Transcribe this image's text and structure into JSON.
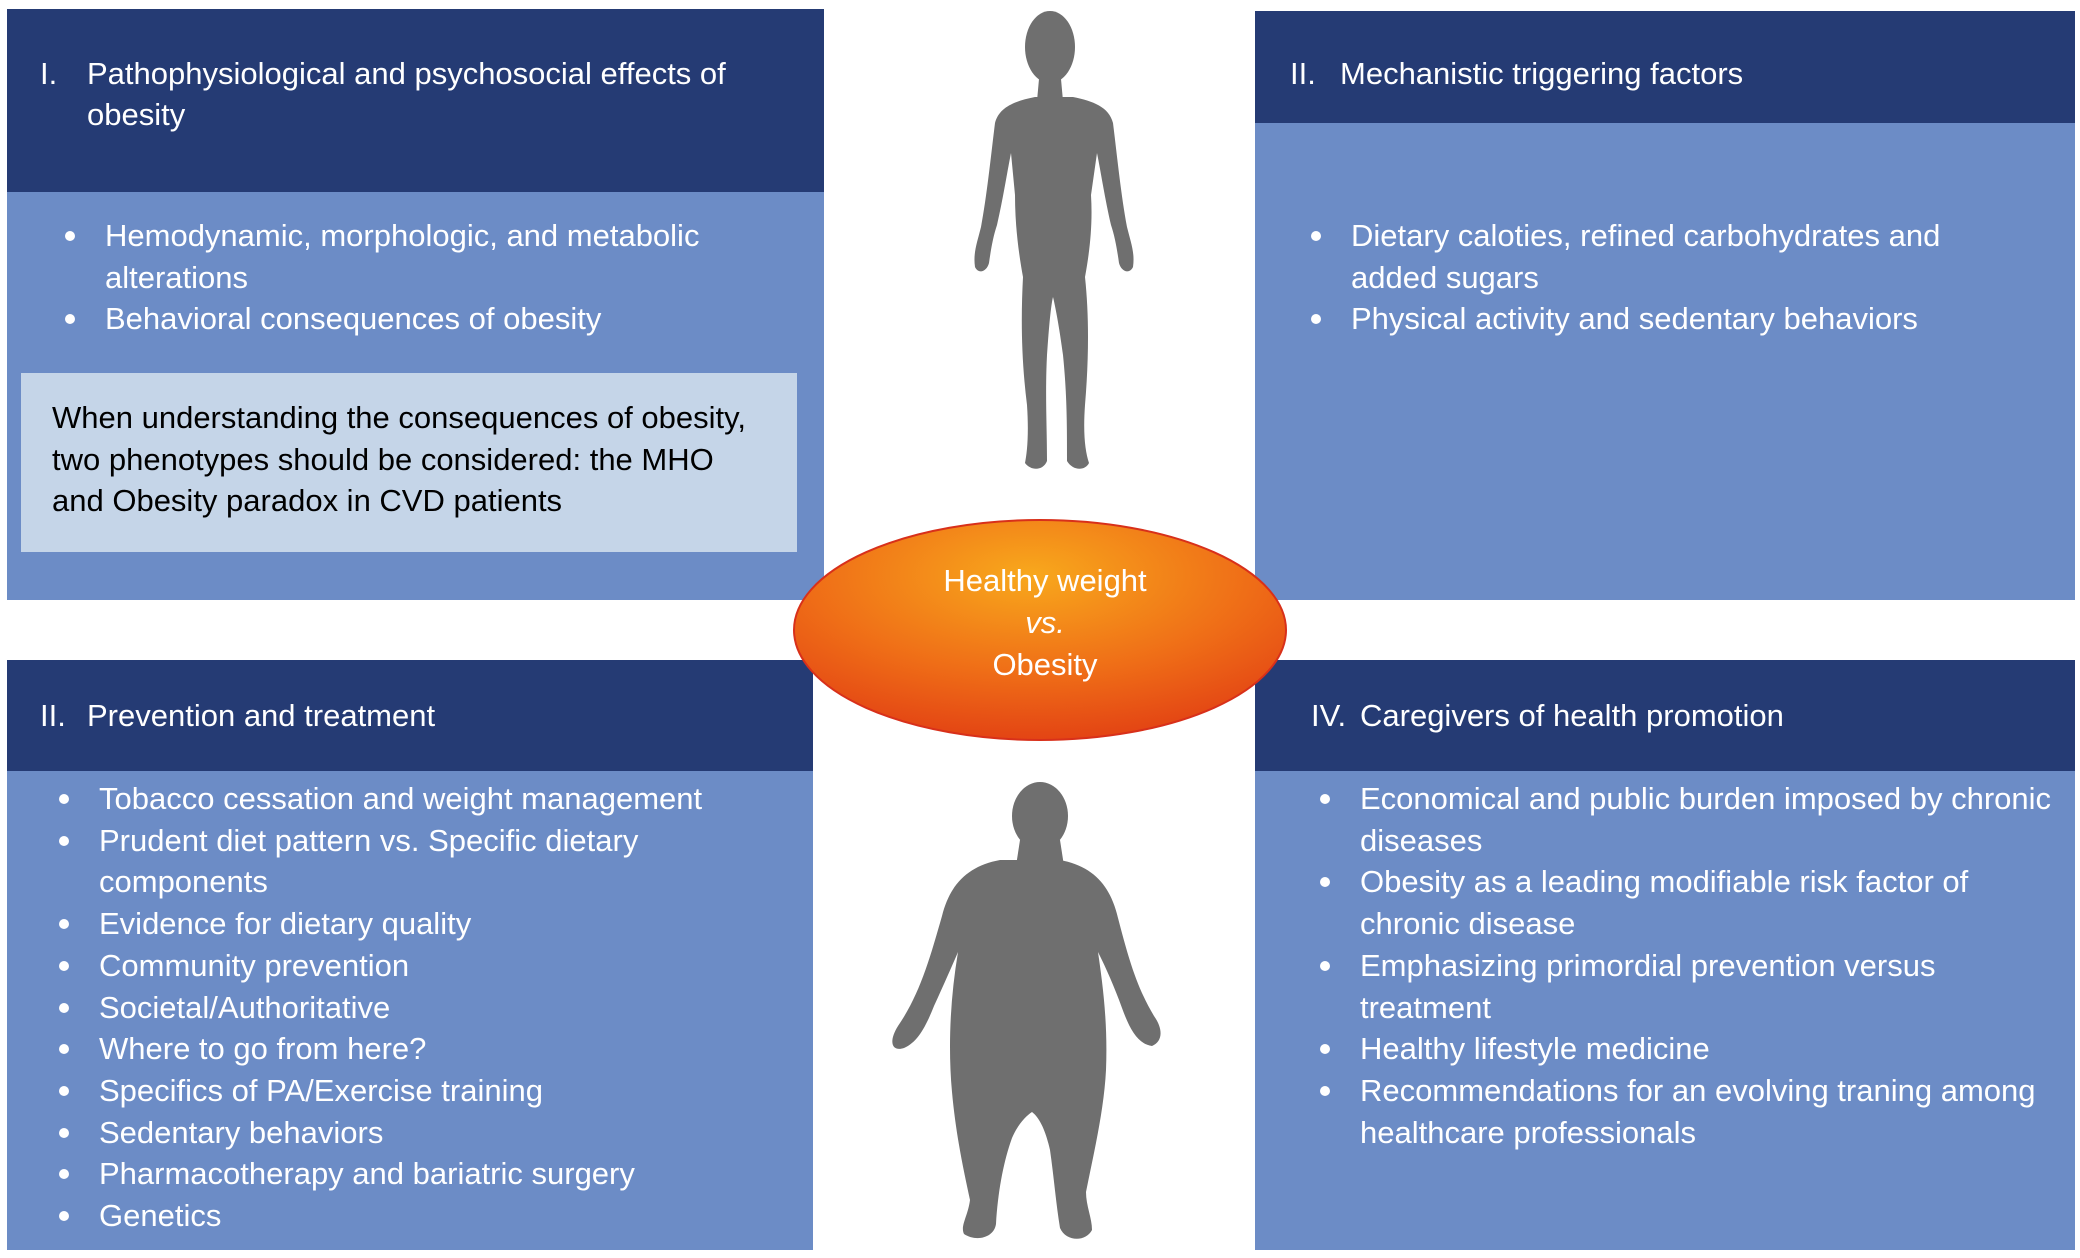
{
  "panels": {
    "top_left": {
      "number": "I.",
      "title": "Pathophysiological and psychosocial effects of obesity",
      "bullets": [
        "Hemodynamic, morphologic, and metabolic alterations",
        "Behavioral consequences of obesity"
      ],
      "note": "When understanding the consequences of obesity, two phenotypes should be considered: the MHO and Obesity paradox in CVD patients"
    },
    "top_right": {
      "number": "II.",
      "title": "Mechanistic triggering factors",
      "bullets": [
        "Dietary caloties, refined carbohydrates and added sugars",
        "Physical activity and sedentary behaviors"
      ]
    },
    "bottom_left": {
      "number": "II.",
      "title": "Prevention and treatment",
      "bullets": [
        "Tobacco cessation and weight management",
        "Prudent diet pattern vs. Specific dietary components",
        "Evidence for dietary quality",
        "Community prevention",
        "Societal/Authoritative",
        "Where to go from here?",
        "Specifics of PA/Exercise training",
        "Sedentary behaviors",
        "Pharmacotherapy and bariatric surgery",
        "Genetics"
      ]
    },
    "bottom_right": {
      "number": "IV.",
      "title": "Caregivers of health promotion",
      "bullets": [
        "Economical and public burden imposed by chronic diseases",
        "Obesity as a leading modifiable risk factor of chronic disease",
        "Emphasizing primordial prevention versus treatment",
        "Healthy lifestyle medicine",
        "Recommendations for an evolving traning among healthcare professionals"
      ]
    }
  },
  "center": {
    "line1": "Healthy weight",
    "line2": "vs.",
    "line3": "Obesity"
  },
  "colors": {
    "header": "#253b74",
    "panel": "#6c8cc6",
    "note": "#c5d5e8",
    "ellipse_center": "#f7a21a",
    "ellipse_edge": "#e54a14",
    "figure": "#6f6f6f"
  }
}
